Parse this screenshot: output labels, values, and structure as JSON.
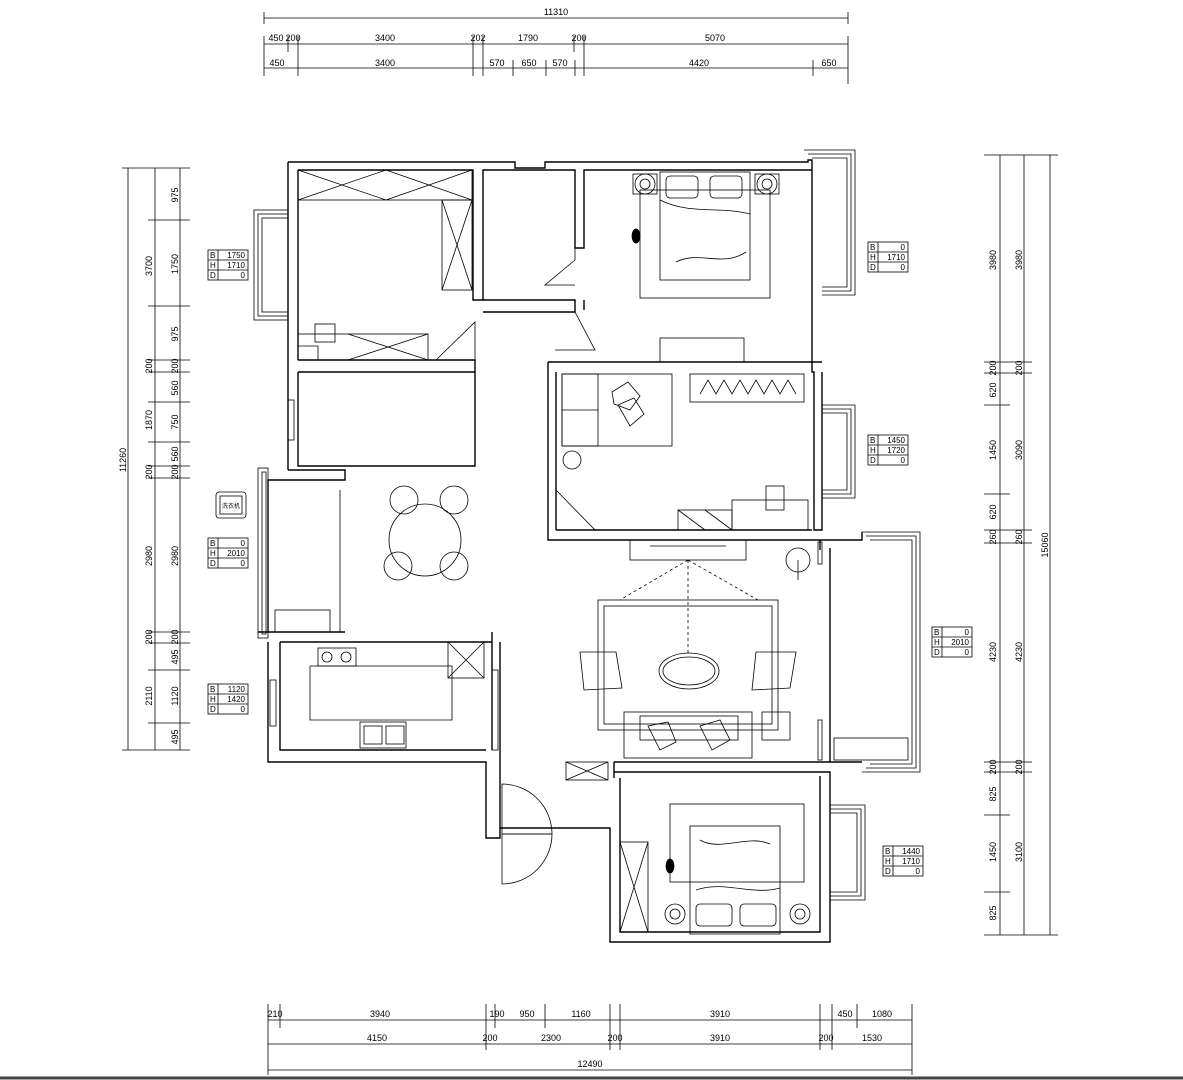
{
  "top_dims": {
    "overall": "11310",
    "row1": [
      "450",
      "200",
      "3400",
      "202",
      "1790",
      "200",
      "5070"
    ],
    "row2": [
      "450",
      "3400",
      "570",
      "650",
      "570",
      "4420",
      "650"
    ]
  },
  "bottom_dims": {
    "row1": [
      "210",
      "3940",
      "190",
      "950",
      "1160",
      "3910",
      "450",
      "1080"
    ],
    "row2": [
      "4150",
      "200",
      "2300",
      "200",
      "3910",
      "200",
      "1530"
    ],
    "overall": "12490"
  },
  "left_dims": {
    "overall": "11260",
    "col_mid": [
      "3700",
      "200",
      "1870",
      "200",
      "2980",
      "200",
      "2110"
    ],
    "col_inner": [
      "975",
      "1750",
      "975",
      "200",
      "560",
      "750",
      "560",
      "200",
      "2980",
      "200",
      "495",
      "1120",
      "495"
    ]
  },
  "right_dims": {
    "overall": "15060",
    "col_mid": [
      "3980",
      "200",
      "3090",
      "260",
      "4230",
      "200",
      "3100"
    ],
    "col_inner": [
      "3980",
      "200",
      "620",
      "1450",
      "620",
      "260",
      "4230",
      "200",
      "825",
      "1450",
      "825"
    ]
  },
  "window_tags": [
    {
      "b": "1750",
      "h": "1710",
      "d": "0"
    },
    {
      "b": "0",
      "h": "1710",
      "d": "0"
    },
    {
      "b": "1450",
      "h": "1720",
      "d": "0"
    },
    {
      "b": "0",
      "h": "2010",
      "d": "0"
    },
    {
      "b": "0",
      "h": "2010",
      "d": "0"
    },
    {
      "b": "1120",
      "h": "1420",
      "d": "0"
    },
    {
      "b": "1440",
      "h": "1710",
      "d": "0"
    }
  ],
  "tag_labels": {
    "b": "B",
    "h": "H",
    "d": "D"
  },
  "appliance_label": "洗衣机"
}
